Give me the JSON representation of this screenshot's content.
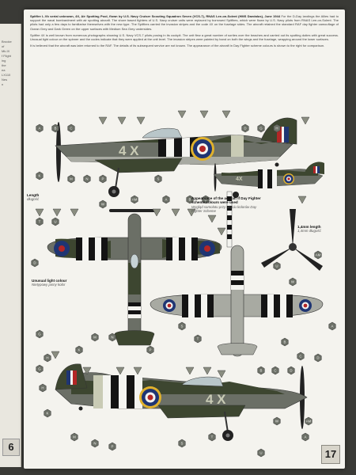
{
  "left_page": {
    "text_lines": [
      "Brooke",
      "of",
      "Mk.IX",
      "f Flight",
      "ing",
      "the",
      "ea",
      "LX110",
      "Nes",
      "n"
    ],
    "page_number": "6"
  },
  "right_page": {
    "page_number": "17",
    "paragraph_1_title": "Spitfire L.Vb serial unknown, 4X, Air Spotting Pool, flown by U.S. Navy Cruiser Scouting Squadron Seven (VCS-7), RNAS Lee-on-Solent (HMS Daedalus), June 1944",
    "paragraph_1_body": "For the D-Day landings the Allies had to support the naval bombardment with air spotting aircraft. The shore based fighters of U.S. Navy cruiser units were replaced by borrowed Spitfires, which were flown by U.S. Navy pilots from RNAS Lee-on-Solent. The pilots had only a few days to familiarise themselves with the new type. The Spitfires carried the invasion stripes and the code 4X on the fuselage sides. The aircraft retained the standard RAF day fighter camouflage of Ocean Grey and Dark Green on the upper surfaces with Medium Sea Grey undersides.",
    "paragraph_2_body": "Spitfire 4X is well known from numerous photographs showing U.S. Navy VCS-7 pilots posing in its cockpit. The unit flew a great number of sorties over the beaches and carried out its spotting duties with great success. Unusual light colour on the spinner and the codes indicate that they were applied at the unit level. The invasion stripes were painted by hand on both the wings and the fuselage, wrapping around the lower surfaces.",
    "paragraph_3_body": "It is believed that the aircraft was later returned to the RAF. The details of its subsequent service are not known. The appearance of the aircraft in Day Fighter scheme colours is shown to the right for comparison.",
    "caption_right_title": "Appearance of the aircraft if Day Fighter scheme colours were used",
    "caption_right_sub": "Wygląd samolotu przy użyciu kolorów Day Fighter Scheme",
    "caption_antenna_title": "Length",
    "caption_antenna_sub": "długość",
    "caption_prop_title": "1,4mm length",
    "caption_prop_sub": "1,4mm długość",
    "caption_spinner_title": "Unusual light colour",
    "caption_spinner_sub": "Nietypowy jasny kolor",
    "code_letters": "4 X",
    "code_letters_small": "4X"
  },
  "callout_labels": [
    "A",
    "B",
    "C",
    "D",
    "G",
    "H",
    "K",
    "M",
    "N",
    "P",
    "S",
    "T",
    "U",
    "W",
    "AM"
  ],
  "colors": {
    "dark_green": "#3d4630",
    "ocean_grey": "#6b6f66",
    "sea_grey": "#a8aaa2",
    "sky": "#c9cbb5",
    "roundel_blue": "#1f3573",
    "roundel_red": "#b32626",
    "roundel_yellow": "#e0b12c",
    "invasion_black": "#141414",
    "invasion_white": "#f4f4f0"
  },
  "icons": [
    "hexagon-callout",
    "triangle-callout"
  ]
}
